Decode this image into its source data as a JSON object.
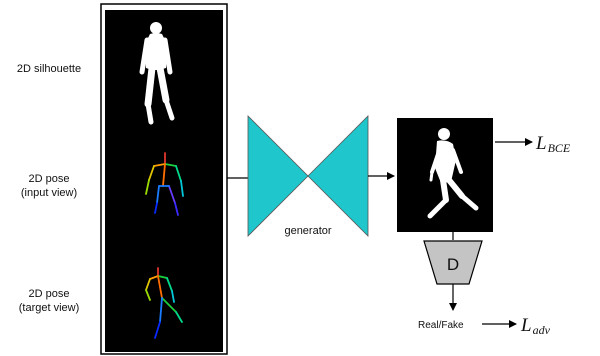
{
  "inputs": {
    "silhouette_label": "2D silhouette",
    "pose_input_label_line1": "2D pose",
    "pose_input_label_line2": "(input view)",
    "pose_target_label_line1": "2D pose",
    "pose_target_label_line2": "(target view)"
  },
  "generator": {
    "label": "generator",
    "color": "#1fc7cc"
  },
  "discriminator": {
    "label": "D",
    "color": "#c4c4c4"
  },
  "outputs": {
    "bce_loss_main": "L",
    "bce_loss_sub": "BCE",
    "real_fake_label": "Real/Fake",
    "adv_loss_main": "L",
    "adv_loss_sub": "adv"
  }
}
